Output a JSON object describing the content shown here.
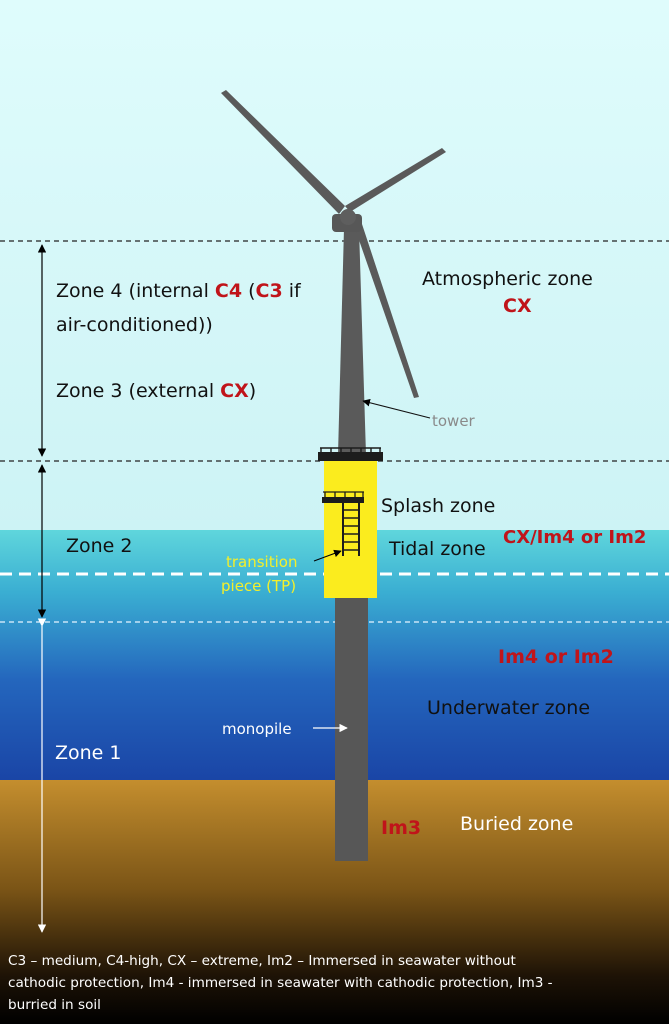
{
  "zones": {
    "zone4_prefix": "Zone 4 (internal ",
    "zone4_c4": "C4",
    "zone4_open": " (",
    "zone4_c3": "C3",
    "zone4_if": " if",
    "zone4_line2": "air-conditioned))",
    "zone3_prefix": "Zone 3 (external ",
    "zone3_cx": "CX",
    "zone3_close": ")",
    "zone2": "Zone 2",
    "zone1": "Zone 1"
  },
  "regions": {
    "atmospheric": "Atmospheric zone",
    "atmospheric_class": "CX",
    "splash": "Splash zone",
    "tidal": "Tidal zone",
    "splash_tidal_class": "CX/Im4 or Im2",
    "underwater_class": "Im4 or Im2",
    "underwater": "Underwater zone",
    "buried_class": "Im3",
    "buried": "Buried zone"
  },
  "parts": {
    "tower": "tower",
    "tp_line1": "transition",
    "tp_line2": "piece (TP)",
    "monopile": "monopile"
  },
  "footnote": {
    "line1": "C3 – medium, C4-high, CX – extreme, Im2 – Immersed in seawater without",
    "line2": "cathodic protection, Im4 - immersed in seawater with cathodic protection, Im3 -",
    "line3": "burried in soil"
  },
  "colors": {
    "sky": "#dcfbfb",
    "sea_top": "#5ad2d8",
    "sea_bottom": "#1a4aa8",
    "seabed": "#c08a2c",
    "turbine": "#555555",
    "transition_piece": "#ffee22",
    "class_red": "#c0141a"
  }
}
